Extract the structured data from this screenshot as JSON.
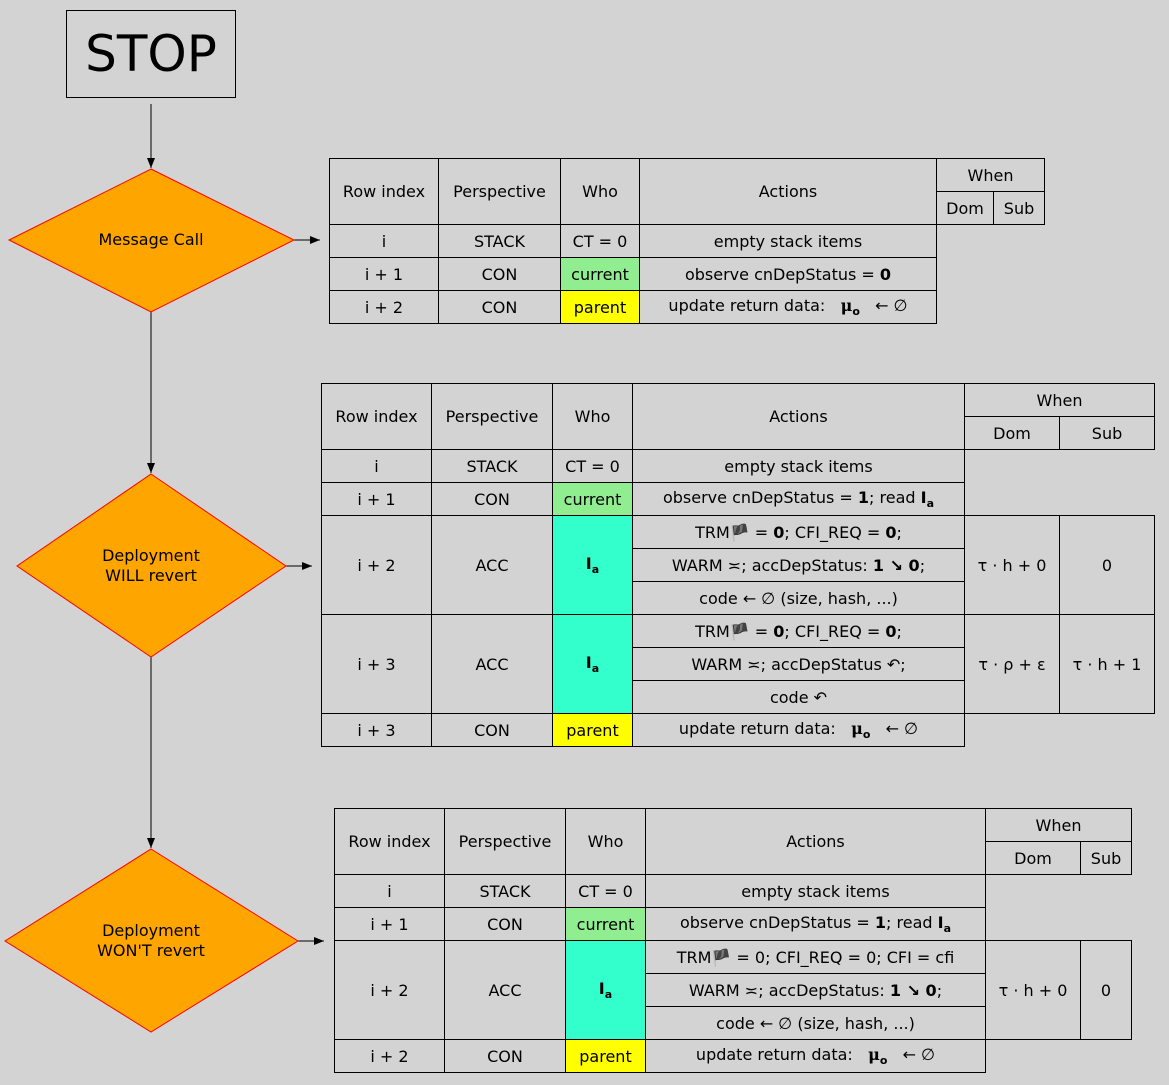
{
  "stop": "STOP",
  "colors": {
    "diamond_fill": "#ffa500",
    "diamond_stroke": "#ff0000",
    "current": "#90ee90",
    "parent": "#ffff00",
    "account": "#33ffcc",
    "background": "#d3d3d3"
  },
  "diamonds": [
    {
      "line1": "Message Call",
      "line2": ""
    },
    {
      "line1": "Deployment",
      "line2": "WILL revert"
    },
    {
      "line1": "Deployment",
      "line2": "WON'T revert"
    }
  ],
  "headers": {
    "row_index": "Row index",
    "perspective": "Perspective",
    "who": "Who",
    "actions": "Actions",
    "when": "When",
    "dom": "Dom",
    "sub": "Sub"
  },
  "t1": {
    "rows": [
      {
        "idx": "i",
        "persp": "STACK",
        "who": "CT = 0",
        "action": "empty stack items"
      },
      {
        "idx": "i + 1",
        "persp": "CON",
        "who": "current",
        "action_pre": "observe cnDepStatus = ",
        "action_bold": "0"
      },
      {
        "idx": "i + 2",
        "persp": "CON",
        "who": "parent",
        "action_pre": "update return data:",
        "mu": "μ",
        "mu_sub": "o",
        "action_post": "← ∅"
      }
    ]
  },
  "t2": {
    "rows": [
      {
        "idx": "i",
        "persp": "STACK",
        "who": "CT = 0",
        "action": "empty stack items"
      },
      {
        "idx": "i + 1",
        "persp": "CON",
        "who": "current",
        "action_pre": "observe cnDepStatus = ",
        "action_bold": "1",
        "action_mid": "; read ",
        "I": "I",
        "I_sub": "a"
      },
      {
        "idx": "i + 2",
        "persp": "ACC",
        "who": "I",
        "who_sub": "a",
        "a1_pre": "TRM",
        "a1_flag": "🏴",
        "a1_post": " = ",
        "a1_b1": "0",
        "a1_mid": "; CFI_REQ = ",
        "a1_b2": "0",
        "a1_end": ";",
        "a2_pre": "WARM ≍; accDepStatus: ",
        "a2_b": "1 ↘ 0",
        "a2_end": ";",
        "a3": "code ← ∅ (size, hash, ...)",
        "dom": "τ · h + 0",
        "sub": "0"
      },
      {
        "idx": "i + 3",
        "persp": "ACC",
        "who": "I",
        "who_sub": "a",
        "a1_pre": "TRM",
        "a1_flag": "🏴",
        "a1_post": " = ",
        "a1_b1": "0",
        "a1_mid": "; CFI_REQ = ",
        "a1_b2": "0",
        "a1_end": ";",
        "a2": "WARM ≍; accDepStatus ↶;",
        "a3": "code ↶",
        "dom": "τ · ρ + ε",
        "sub": "τ · h + 1"
      },
      {
        "idx": "i + 3",
        "persp": "CON",
        "who": "parent",
        "action_pre": "update return data:",
        "mu": "μ",
        "mu_sub": "o",
        "action_post": "← ∅"
      }
    ]
  },
  "t3": {
    "rows": [
      {
        "idx": "i",
        "persp": "STACK",
        "who": "CT = 0",
        "action": "empty stack items"
      },
      {
        "idx": "i + 1",
        "persp": "CON",
        "who": "current",
        "action_pre": "observe cnDepStatus = ",
        "action_bold": "1",
        "action_mid": "; read ",
        "I": "I",
        "I_sub": "a"
      },
      {
        "idx": "i + 2",
        "persp": "ACC",
        "who": "I",
        "who_sub": "a",
        "a1_pre": "TRM",
        "a1_flag": "🏴",
        "a1_post": " = 0; CFI_REQ = 0; CFI = cfi",
        "a2_pre": "WARM ≍; accDepStatus: ",
        "a2_b": "1 ↘ 0",
        "a2_end": ";",
        "a3": "code ← ∅ (size, hash, ...)",
        "dom": "τ · h + 0",
        "sub": "0"
      },
      {
        "idx": "i + 2",
        "persp": "CON",
        "who": "parent",
        "action_pre": "update return data:",
        "mu": "μ",
        "mu_sub": "o",
        "action_post": "← ∅"
      }
    ]
  }
}
